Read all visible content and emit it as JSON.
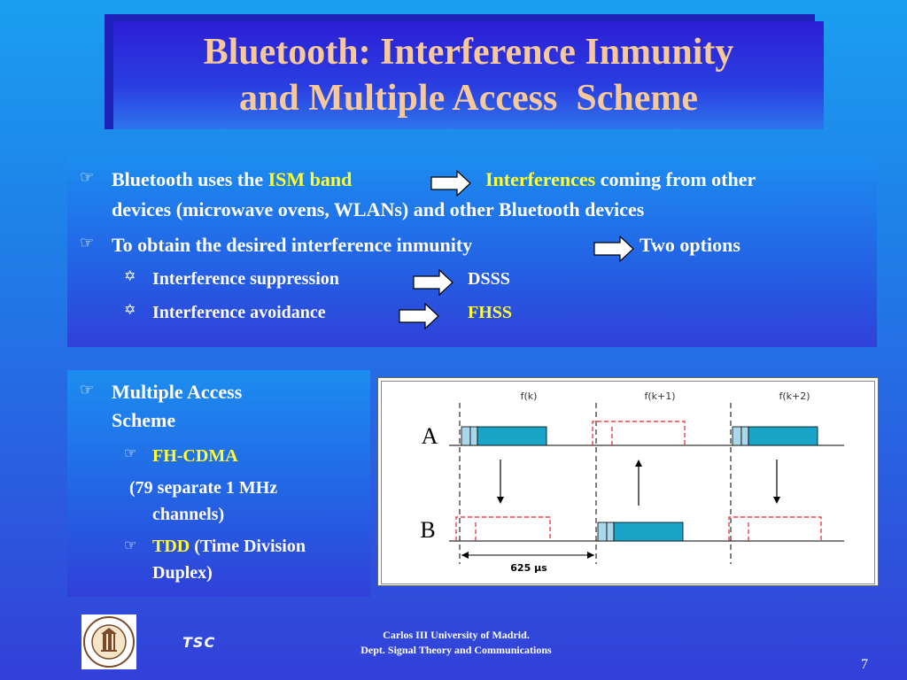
{
  "title": {
    "line1": "Bluetooth: Interference Inmunity",
    "line2": "and Multiple Access  Scheme"
  },
  "panel_top": {
    "item1": {
      "bullet_icon": "pointing-hand-icon",
      "text_a": "Bluetooth uses the ",
      "ism": "ISM band",
      "interferences": "Interferences",
      "text_b": " coming from other",
      "line2": "devices (microwave ovens, WLANs) and other Bluetooth devices"
    },
    "item2": {
      "bullet_icon": "pointing-hand-icon",
      "text": "To obtain the desired interference inmunity",
      "result": "Two options"
    },
    "sub1": {
      "bullet_icon": "star-of-david-icon",
      "text": "Interference suppression",
      "result": "DSSS"
    },
    "sub2": {
      "bullet_icon": "star-of-david-icon",
      "text": "Interference avoidance",
      "result": "FHSS"
    }
  },
  "panel_left": {
    "item1_line1": "Multiple Access",
    "item1_line2": "Scheme",
    "fh": "FH-CDMA",
    "channels_line1": "(79 separate 1 MHz",
    "channels_line2": "channels)",
    "tdd": "TDD",
    "tdd_rest": " (Time Division",
    "tdd_line2": "Duplex)"
  },
  "diagram": {
    "freq_labels": [
      "f(k)",
      "f(k+1)",
      "f(k+2)"
    ],
    "row_a": "A",
    "row_b": "B",
    "slot_label": "625 μs",
    "colors": {
      "tx_slot": "#1aa4c8",
      "rx_slot": "#e8202a",
      "guard": "#a8d8ea"
    }
  },
  "footer": {
    "logo_text": "UNIVERSIDAD CARLOS III DE MADRID",
    "tsc": "TSC",
    "line1": "Carlos III University of Madrid.",
    "line2": "Dept. Signal Theory and Communications",
    "page": "7"
  }
}
